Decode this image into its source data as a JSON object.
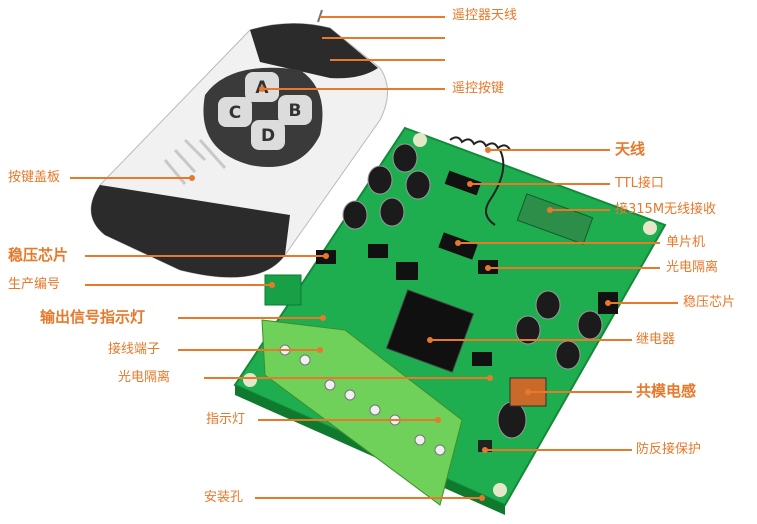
{
  "labels": {
    "remote_antenna": "遥控器天线",
    "remote_button": "遥控按键",
    "antenna": "天线",
    "ttl_port": "TTL接口",
    "receiver": "接315M无线接收",
    "mcu": "单片机",
    "opto_right": "光电隔离",
    "regulator_right": "稳压芯片",
    "relay": "继电器",
    "common_mode_inductor": "共模电感",
    "reverse_protection": "防反接保护",
    "button_cover": "按键盖板",
    "regulator_left": "稳压芯片",
    "serial_number": "生产编号",
    "output_indicator": "输出信号指示灯",
    "terminal": "接线端子",
    "opto_left": "光电隔离",
    "indicator": "指示灯",
    "mounting_hole": "安装孔"
  },
  "remote": {
    "key_a": "A",
    "key_b": "B",
    "key_c": "C",
    "key_d": "D"
  },
  "colors": {
    "label": "#e8782a",
    "pcb": "#1fae4f",
    "terminal": "#6fd05a"
  }
}
